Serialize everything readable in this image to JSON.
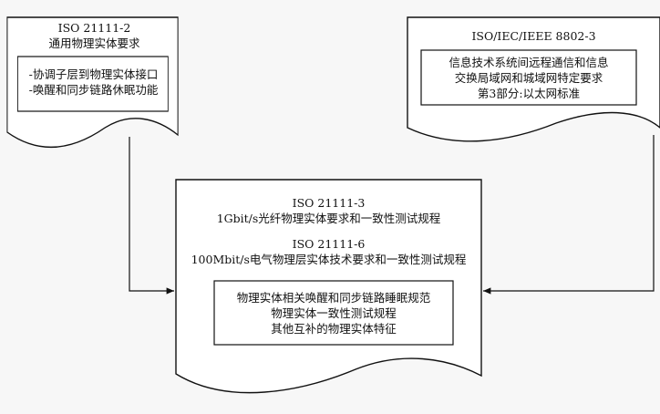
{
  "left_doc": {
    "title": "ISO 21111-2",
    "subtitle": "通用物理实体要求",
    "items": [
      "-协调子层到物理实体接口",
      "-唤醒和同步链路休眠功能"
    ]
  },
  "right_doc": {
    "title": "ISO/IEC/IEEE 8802-3",
    "items": [
      "信息技术系统间远程通信和信息",
      "交换局域网和城域网特定要求",
      "第3部分:以太网标准"
    ]
  },
  "center_doc": {
    "part3_title": "ISO 21111-3",
    "part3_subtitle": "1Gbit/s光纤物理实体要求和一致性测试规程",
    "part6_title": "ISO 21111-6",
    "part6_subtitle": "100Mbit/s电气物理层实体技术要求和一致性测试规程",
    "items": [
      "物理实体相关唤醒和同步链路睡眠规范",
      "物理实体一致性测试规程",
      "其他互补的物理实体特征"
    ]
  }
}
